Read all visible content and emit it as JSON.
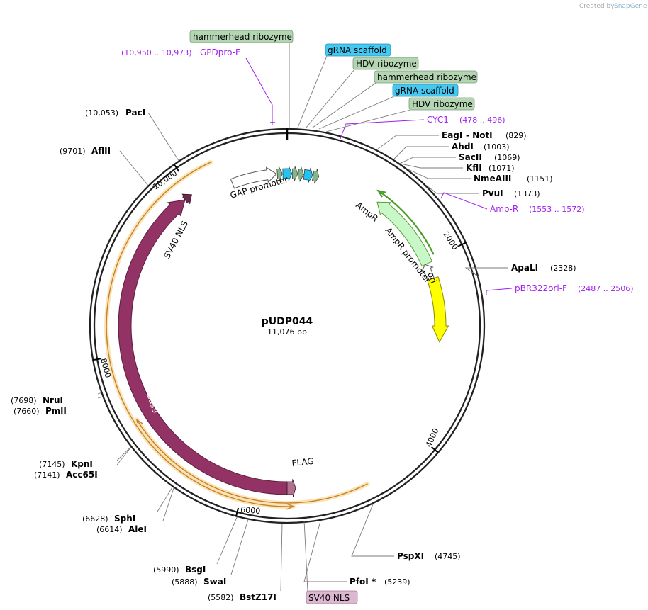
{
  "credit": {
    "prefix": "Created by",
    "brand": "SnapGene"
  },
  "plasmid": {
    "name": "pUDP044",
    "size": "11,076 bp",
    "total": 11076
  },
  "colors": {
    "cas9": "#933264",
    "cas9_stroke": "#5c1d3e",
    "orf": "#fbe3b5",
    "orf_stroke": "#c3822a",
    "amp": "#c8f7c8",
    "amp_stroke": "#5e9a3a",
    "ori": "#ffff00",
    "ori_stroke": "#8c8c00",
    "ribozyme": "#86b58c",
    "scaffold": "#1fc3f4",
    "primer": "#a020f0",
    "green_box": "#b4d5b2",
    "blue_box": "#45c9f2",
    "pink_box": "#dcb8d0"
  },
  "ticks": [
    {
      "label": "2000",
      "pos": 2000
    },
    {
      "label": "4000",
      "pos": 4000
    },
    {
      "label": "6000",
      "pos": 6000
    },
    {
      "label": "8000",
      "pos": 8000
    },
    {
      "label": "10,000",
      "pos": 10000
    }
  ],
  "enzymes_right": [
    {
      "name": "EagI",
      "extra": " - NotI",
      "pos_label": "(829)",
      "site": 829
    },
    {
      "name": "AhdI",
      "extra": "",
      "pos_label": "(1003)",
      "site": 1003
    },
    {
      "name": "SacII",
      "extra": "",
      "pos_label": "(1069)",
      "site": 1069
    },
    {
      "name": "KflI",
      "extra": "",
      "pos_label": "(1071)",
      "site": 1071
    },
    {
      "name": "NmeAIII",
      "extra": "",
      "pos_label": "(1151)",
      "site": 1151
    },
    {
      "name": "PvuI",
      "extra": "",
      "pos_label": "(1373)",
      "site": 1373
    },
    {
      "name": "ApaLI",
      "extra": "",
      "pos_label": "(2328)",
      "site": 2328
    },
    {
      "name": "PspXI",
      "extra": "",
      "pos_label": "(4745)",
      "site": 4745
    },
    {
      "name": "PfoI *",
      "extra": "",
      "pos_label": "(5239)",
      "site": 5239
    }
  ],
  "enzymes_left": [
    {
      "name": "PacI",
      "pos_label": "(10,053)",
      "site": 10053
    },
    {
      "name": "AflII",
      "pos_label": "(9701)",
      "site": 9701
    },
    {
      "name": "NruI",
      "pos_label": "(7698)",
      "site": 7698
    },
    {
      "name": "PmlI",
      "pos_label": "(7660)",
      "site": 7660
    },
    {
      "name": "KpnI",
      "pos_label": "(7145)",
      "site": 7145
    },
    {
      "name": "Acc65I",
      "pos_label": "(7141)",
      "site": 7141
    },
    {
      "name": "SphI",
      "pos_label": "(6628)",
      "site": 6628
    },
    {
      "name": "AleI",
      "pos_label": "(6614)",
      "site": 6614
    },
    {
      "name": "BsgI",
      "pos_label": "(5990)",
      "site": 5990
    },
    {
      "name": "SwaI",
      "pos_label": "(5888)",
      "site": 5888
    },
    {
      "name": "BstZ17I",
      "pos_label": "(5582)",
      "site": 5582
    }
  ],
  "primers": [
    {
      "name": "GPDpro-F",
      "pos_label": "(10,950 .. 10,973)",
      "site": 10950
    },
    {
      "name": "CYC1",
      "pos_label": "(478 .. 496)",
      "site": 478
    },
    {
      "name": "Amp-R",
      "pos_label": "(1553 .. 1572)",
      "site": 1553
    },
    {
      "name": "pBR322ori-F",
      "pos_label": "(2487 .. 2506)",
      "site": 2487
    }
  ],
  "label_boxes": [
    {
      "text": "hammerhead ribozyme",
      "kind": "green"
    },
    {
      "text": "gRNA scaffold",
      "kind": "blue"
    },
    {
      "text": "HDV ribozyme",
      "kind": "green"
    },
    {
      "text": "hammerhead ribozyme",
      "kind": "green"
    },
    {
      "text": "gRNA scaffold",
      "kind": "blue"
    },
    {
      "text": "HDV ribozyme",
      "kind": "green"
    },
    {
      "text": "SV40 NLS",
      "kind": "pink"
    }
  ],
  "features": {
    "gap_promoter": "GAP promoter",
    "ampr": "AmpR",
    "ampr_promoter": "AmpR promoter",
    "ori": "ori",
    "sv40_nls": "SV40 NLS",
    "cas9": "Cas9",
    "flag": "FLAG"
  }
}
